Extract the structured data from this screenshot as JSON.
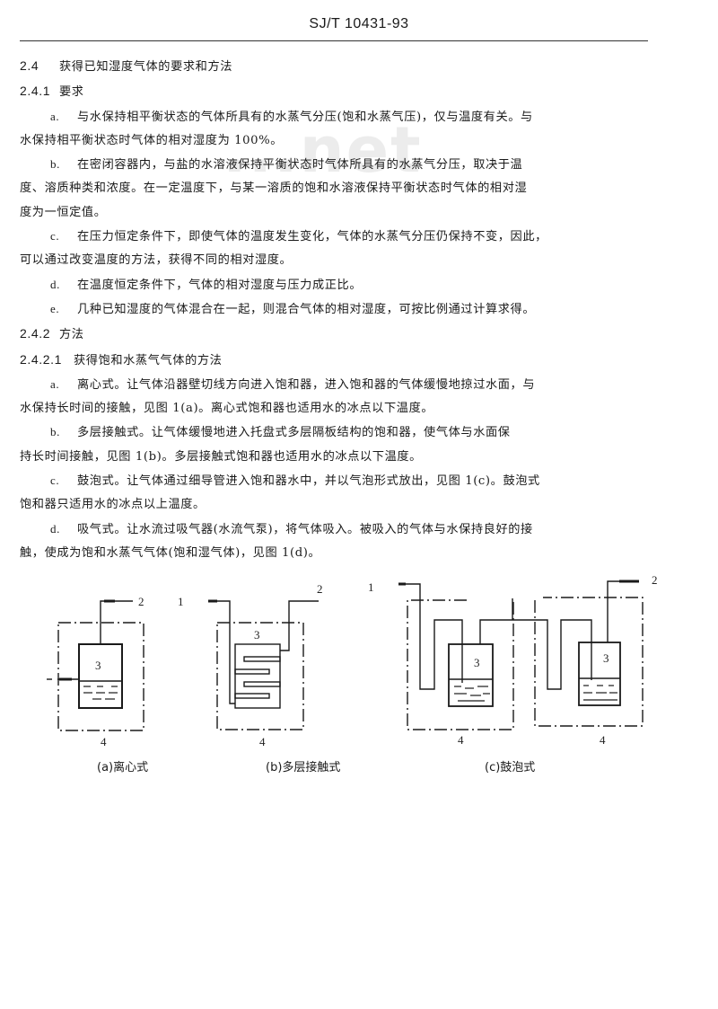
{
  "document": {
    "header_code": "SJ/T 10431-93",
    "watermark": "...net"
  },
  "sections": [
    {
      "number": "2.4",
      "title": "获得已知湿度气体的要求和方法"
    },
    {
      "number": "2.4.1",
      "title": "要求"
    }
  ],
  "requirements": [
    {
      "letter": "a.",
      "lines": [
        "与水保持相平衡状态的气体所具有的水蒸气分压(饱和水蒸气压)，仅与温度有关。与",
        "水保持相平衡状态时气体的相对湿度为 100%。"
      ]
    },
    {
      "letter": "b.",
      "lines": [
        "在密闭容器内，与盐的水溶液保持平衡状态时气体所具有的水蒸气分压，取决于温",
        "度、溶质种类和浓度。在一定温度下，与某一溶质的饱和水溶液保持平衡状态时气体的相对湿",
        "度为一恒定值。"
      ]
    },
    {
      "letter": "c.",
      "lines": [
        "在压力恒定条件下，即使气体的温度发生变化，气体的水蒸气分压仍保持不变，因此，",
        "可以通过改变温度的方法，获得不同的相对湿度。"
      ]
    },
    {
      "letter": "d.",
      "lines": [
        "在温度恒定条件下，气体的相对湿度与压力成正比。"
      ]
    },
    {
      "letter": "e.",
      "lines": [
        "几种已知湿度的气体混合在一起，则混合气体的相对湿度，可按比例通过计算求得。"
      ]
    }
  ],
  "methods_heading": {
    "number": "2.4.2",
    "title": "方法"
  },
  "saturated_heading": {
    "number": "2.4.2.1",
    "title": "获得饱和水蒸气气体的方法"
  },
  "methods": [
    {
      "letter": "a.",
      "lines": [
        "离心式。让气体沿器壁切线方向进入饱和器，进入饱和器的气体缓慢地掠过水面，与",
        "水保持长时间的接触，见图 1(a)。离心式饱和器也适用水的冰点以下温度。"
      ]
    },
    {
      "letter": "b.",
      "lines": [
        "多层接触式。让气体缓慢地进入托盘式多层隔板结构的饱和器，使气体与水面保",
        "持长时间接触，见图 1(b)。多层接触式饱和器也适用水的冰点以下温度。"
      ]
    },
    {
      "letter": "c.",
      "lines": [
        "鼓泡式。让气体通过细导管进入饱和器水中，并以气泡形式放出，见图 1(c)。鼓泡式",
        "饱和器只适用水的冰点以上温度。"
      ]
    },
    {
      "letter": "d.",
      "lines": [
        "吸气式。让水流过吸气器(水流气泵)，将气体吸入。被吸入的气体与水保持良好的接",
        "触，使成为饱和水蒸气气体(饱和湿气体)，见图 1(d)。"
      ]
    }
  ],
  "figure": {
    "labels": {
      "inlet": "1",
      "outlet": "2",
      "saturator": "3",
      "thermostat": "4"
    },
    "captions": [
      "(a)离心式",
      "(b)多层接触式",
      "(c)鼓泡式"
    ]
  }
}
